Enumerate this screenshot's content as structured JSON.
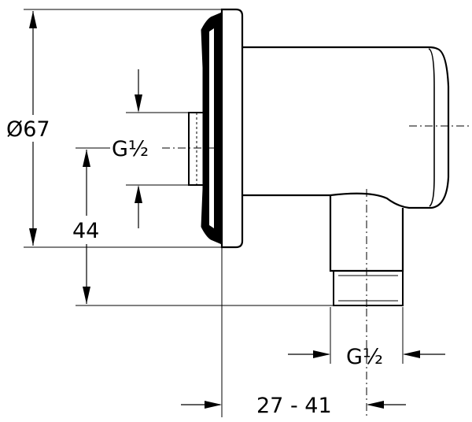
{
  "labels": {
    "diameter": "Ø67",
    "thread_inlet": "G½",
    "height": "44",
    "thread_outlet": "G½",
    "wall_depth": "27 - 41"
  }
}
